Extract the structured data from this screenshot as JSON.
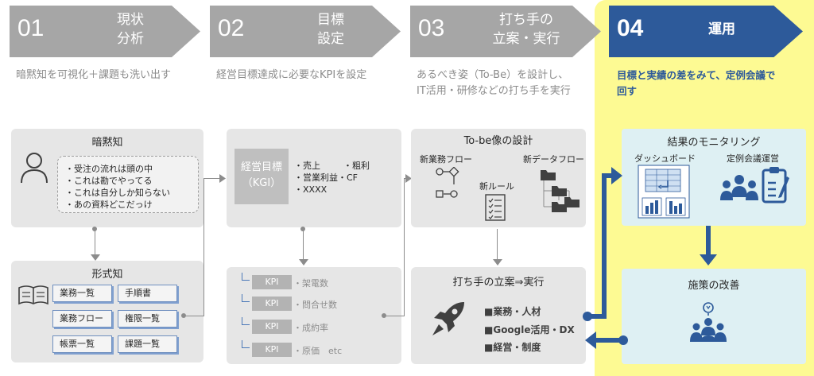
{
  "steps": [
    {
      "num": "01",
      "title": "現状\n分析",
      "subtitle": "暗黙知を可視化＋課題も洗い出す"
    },
    {
      "num": "02",
      "title": "目標\n設定",
      "subtitle": "経営目標達成に必要なKPIを設定"
    },
    {
      "num": "03",
      "title": "打ち手の\n立案・実行",
      "subtitle_1": "あるべき姿（To-Be）を設計し、",
      "subtitle_2": "IT活用・研修などの打ち手を実行"
    },
    {
      "num": "04",
      "title": "運用",
      "subtitle_1": "目標と実績の差をみて、定例会議で",
      "subtitle_2": "回す"
    }
  ],
  "tacit": {
    "title": "暗黙知",
    "lines": [
      "・受注の流れは頭の中",
      "・これは勘でやってる",
      "・これは自分しか知らない",
      "・あの資料どこだっけ"
    ]
  },
  "explicit": {
    "title": "形式知",
    "docs": [
      "業務一覧",
      "手順書",
      "業務フロー",
      "権限一覧",
      "帳票一覧",
      "課題一覧"
    ]
  },
  "kgi": {
    "label_1": "経営目標",
    "label_2": "（KGI）",
    "items": [
      "・売上",
      "・粗利",
      "・営業利益・CF",
      "・XXXX"
    ]
  },
  "kpis": {
    "tag": "KPI",
    "items": [
      "・架電数",
      "・問合せ数",
      "・成約率",
      "・原価　etc"
    ]
  },
  "tobe": {
    "title": "To-be像の設計",
    "new_flow": "新業務フロー",
    "new_rule": "新ルール",
    "new_data_flow": "新データフロー"
  },
  "measures": {
    "title": "打ち手の立案⇒実行",
    "items": [
      "■業務・人材",
      "■Google活用・DX",
      "■経営・制度"
    ]
  },
  "monitoring": {
    "title": "結果のモニタリング",
    "dashboard": "ダッシュボード",
    "meeting": "定例会議運営"
  },
  "improvement": {
    "title": "施策の改善"
  },
  "colors": {
    "chevron_gray": "#a6a6a6",
    "chevron_active": "#2d5a9a",
    "highlight_yellow": "#fdfa93",
    "teal_panel": "#def0f3",
    "panel_gray": "#e6e6e6"
  },
  "icons": [
    "person-icon",
    "book-icon",
    "flow-icon",
    "checklist-icon",
    "folder-tree-icon",
    "rocket-icon",
    "dashboard-icon",
    "meeting-icon",
    "clipboard-icon",
    "idea-team-icon"
  ]
}
